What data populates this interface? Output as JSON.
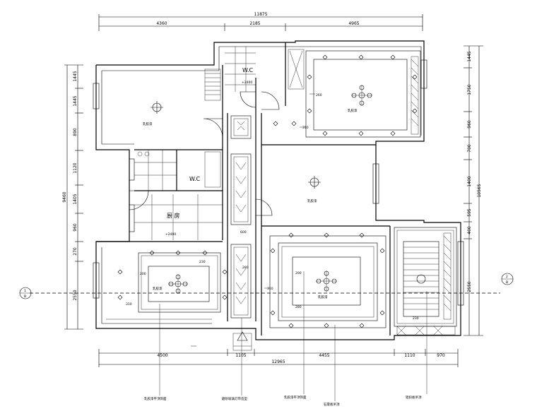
{
  "dimensions": {
    "top_total": "11875",
    "top_segments": [
      "4360",
      "2185",
      "4965"
    ],
    "left_total": "9460",
    "left_segments": [
      "1445",
      "1445",
      "890",
      "1120",
      "1405",
      "960",
      "270",
      "2550"
    ],
    "right_total": "10565",
    "right_segments": [
      "1445",
      "1750",
      "960",
      "700",
      "1400",
      "595",
      "400",
      "2550"
    ],
    "bottom_total": "12965",
    "bottom_segments": [
      "4500",
      "1105",
      "4455",
      "1110",
      "970"
    ]
  },
  "rooms": {
    "wc_upper_label": "W.C",
    "wc_upper_level": "+2400",
    "wc_lower_label": "W.C",
    "kitchen_label": "厨 房",
    "kitchen_level": "+2400"
  },
  "levels": {
    "master_260": "260",
    "master_310": "310",
    "living_200": "200",
    "living_280": "280",
    "living_310": "310",
    "dining_200": "200",
    "dining_310": "310",
    "side_230": "230",
    "corridor_600": "600",
    "corridor_280": "280",
    "balcony_230": "230"
  },
  "axis_markers": {
    "left_top": "1",
    "left_bottom": "B",
    "right_top": "2",
    "right_bottom": "B"
  },
  "notes": [
    "乳胶漆平顶饰面",
    "磨砂玻璃灯带造型",
    "乳胶漆平顶饰面",
    "石膏板吊顶",
    "铝扣板吊顶"
  ]
}
